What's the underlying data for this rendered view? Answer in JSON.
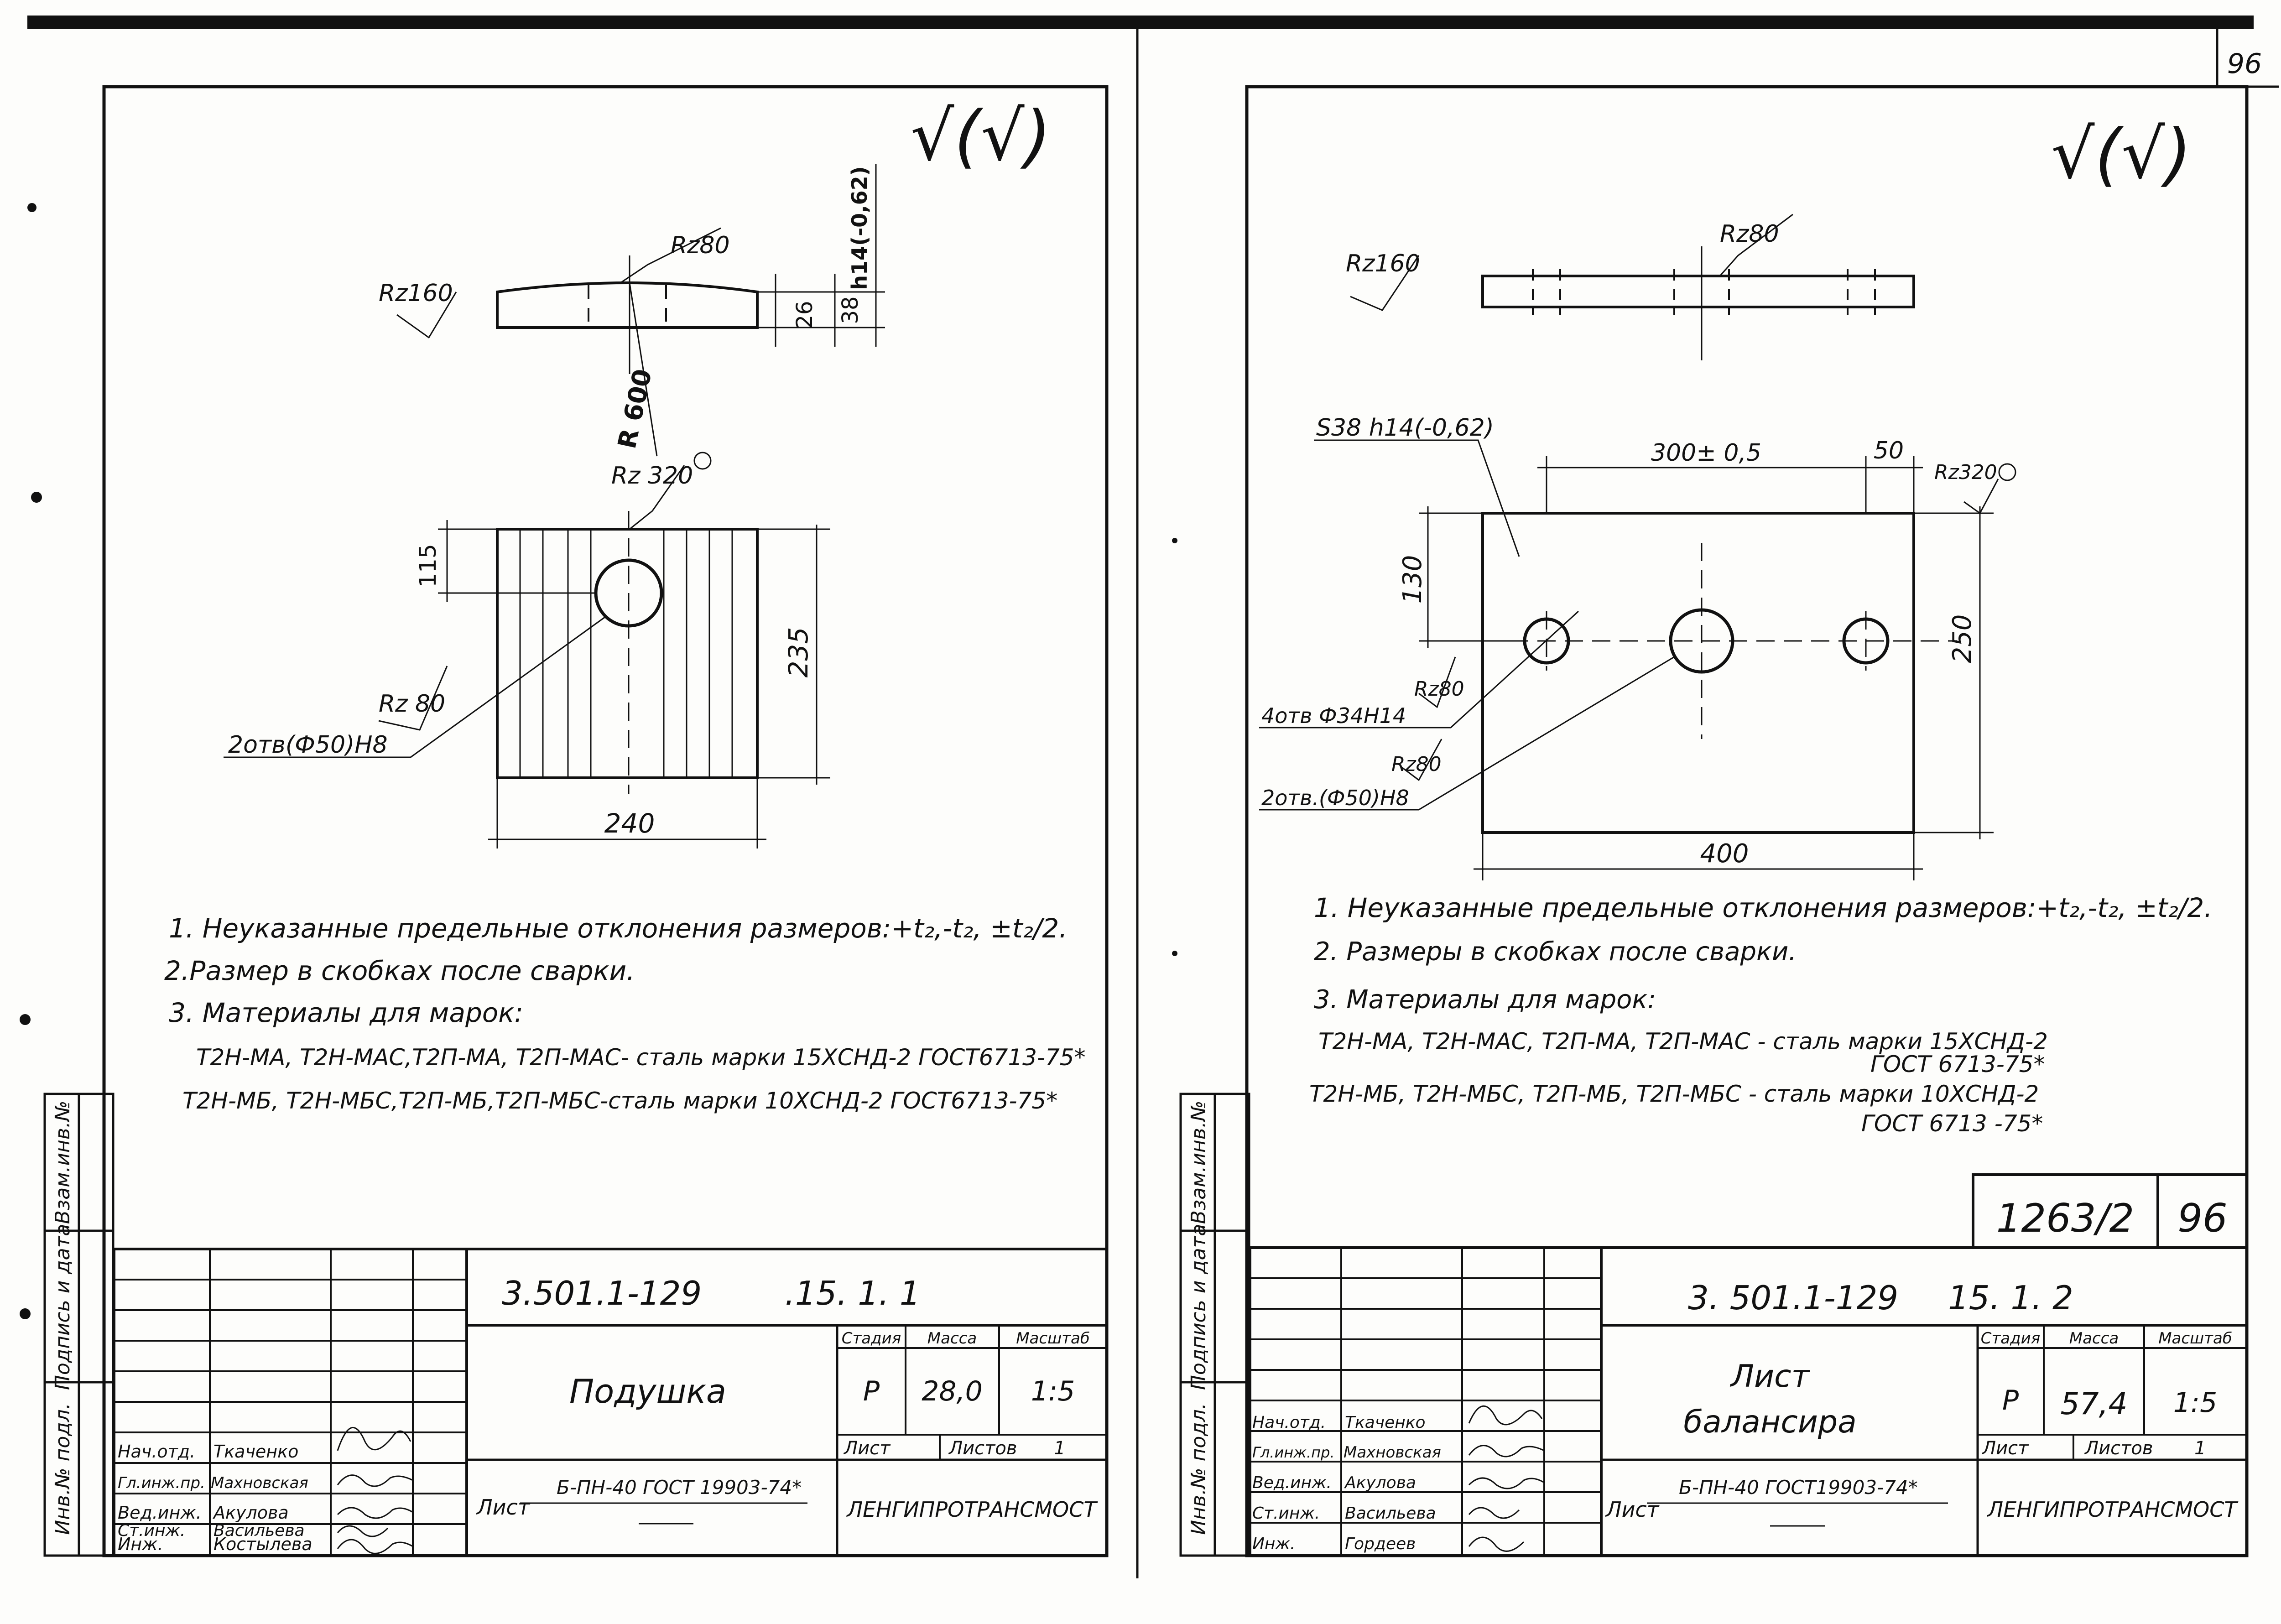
{
  "page_number": "96",
  "left": {
    "roughness_symbol": "√(√)",
    "side_view": {
      "rz_left": "Rz160",
      "rz_top": "Rz80",
      "radius": "R 600",
      "dim_26": "26",
      "dim_38": "38",
      "dim_h14": "h14(-0,62)"
    },
    "plan_view": {
      "rz_top": "Rz 320",
      "rz_hole": "Rz 80",
      "holes": "2отв(Ф50)Н8",
      "dim_115": "115",
      "dim_235": "235",
      "dim_240": "240"
    },
    "notes": [
      "1. Неуказанные предельные отклонения размеров:+t₂,-t₂, ±t₂/2.",
      "2.Размер в скобках после сварки.",
      "3. Материалы для марок:",
      "Т2Н-МА, Т2Н-МАС,Т2П-МА, Т2П-МАС- сталь марки 15ХСНД-2 ГОСТ6713-75*",
      "Т2Н-МБ, Т2Н-МБС,Т2П-МБ,Т2П-МБС-сталь марки 10ХСНД-2 ГОСТ6713-75*"
    ],
    "side_stamp": [
      "Инв.№ подл.",
      "Подпись и дата",
      "Взам.инв.№"
    ],
    "title_block": {
      "code": "3.501.1-129",
      "sheet_code": ".15. 1. 1",
      "name": "Подушка",
      "stage_label": "Стадия",
      "mass_label": "Масса",
      "scale_label": "Масштаб",
      "stage": "Р",
      "mass": "28,0",
      "scale": "1:5",
      "sheet_label": "Лист",
      "sheets_label": "Листов",
      "sheets": "1",
      "material_prefix": "Лист",
      "material": "Б-ПН-40 ГОСТ 19903-74*",
      "org": "ЛЕНГИПРОТРАНСМОСТ",
      "people": [
        {
          "role": "Нач.отд.",
          "name": "Ткаченко"
        },
        {
          "role": "Гл.инж.пр.",
          "name": "Махновская"
        },
        {
          "role": "Вед.инж.",
          "name": "Акулова"
        },
        {
          "role": "Ст.инж.",
          "name": "Васильева"
        },
        {
          "role": "Инж.",
          "name": "Костылева"
        }
      ]
    }
  },
  "right": {
    "roughness_symbol": "√(√)",
    "side_view": {
      "rz_left": "Rz160",
      "rz_top": "Rz80"
    },
    "plan_view": {
      "thickness": "S38 h14(-0,62)",
      "dim_300": "300± 0,5",
      "dim_50": "50",
      "rz_top": "Rz320",
      "dim_130": "130",
      "dim_250": "250",
      "dim_400": "400",
      "rz_hole_1": "Rz80",
      "holes_34": "4отв Ф34Н14",
      "rz_hole_2": "Rz80",
      "holes_50": "2отв.(Ф50)Н8"
    },
    "notes": [
      "1. Неуказанные предельные отклонения размеров:+t₂,-t₂, ±t₂/2.",
      "2. Размеры в скобках после сварки.",
      "3. Материалы для марок:",
      "Т2Н-МА, Т2Н-МАС, Т2П-МА, Т2П-МАС - сталь марки 15ХСНД-2",
      "ГОСТ 6713-75*",
      "Т2Н-МБ, Т2Н-МБС, Т2П-МБ, Т2П-МБС - сталь марки 10ХСНД-2",
      "ГОСТ 6713 -75*"
    ],
    "ref_code": "1263/2",
    "ref_page": "96",
    "side_stamp": [
      "Инв.№ подл.",
      "Подпись и дата",
      "Взам.инв.№"
    ],
    "title_block": {
      "code": "3. 501.1-129",
      "sheet_code": "15. 1. 2",
      "name_line1": "Лист",
      "name_line2": "балансира",
      "stage_label": "Стадия",
      "mass_label": "Масса",
      "scale_label": "Масштаб",
      "stage": "Р",
      "mass": "57,4",
      "scale": "1:5",
      "sheet_label": "Лист",
      "sheets_label": "Листов",
      "sheets": "1",
      "material_prefix": "Лист",
      "material": "Б-ПН-40 ГОСТ19903-74*",
      "org": "ЛЕНГИПРОТРАНСМОСТ",
      "people": [
        {
          "role": "Нач.отд.",
          "name": "Ткаченко"
        },
        {
          "role": "Гл.инж.пр.",
          "name": "Махновская"
        },
        {
          "role": "Вед.инж.",
          "name": "Акулова"
        },
        {
          "role": "Ст.инж.",
          "name": "Васильева"
        },
        {
          "role": "Инж.",
          "name": "Гордеев"
        }
      ]
    }
  }
}
